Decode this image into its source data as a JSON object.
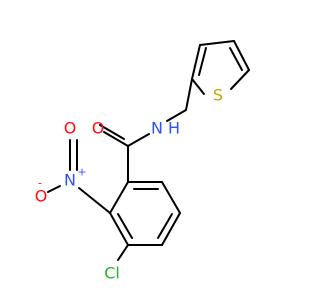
{
  "colors": {
    "carbon_bond": "#000000",
    "oxygen": "#ff0d0d",
    "nitrogen": "#3050f8",
    "sulfur": "#c8a400",
    "chlorine": "#1fba1f"
  },
  "atoms": {
    "carbonyl_o": "O",
    "amide_n": "N",
    "amide_h": "H",
    "thiophene_s": "S",
    "nitro_n": "N",
    "nitro_n_charge": "+",
    "nitro_o_top": "O",
    "nitro_o_minus": "O",
    "nitro_o_minus_charge": "-",
    "chloro": "Cl"
  }
}
